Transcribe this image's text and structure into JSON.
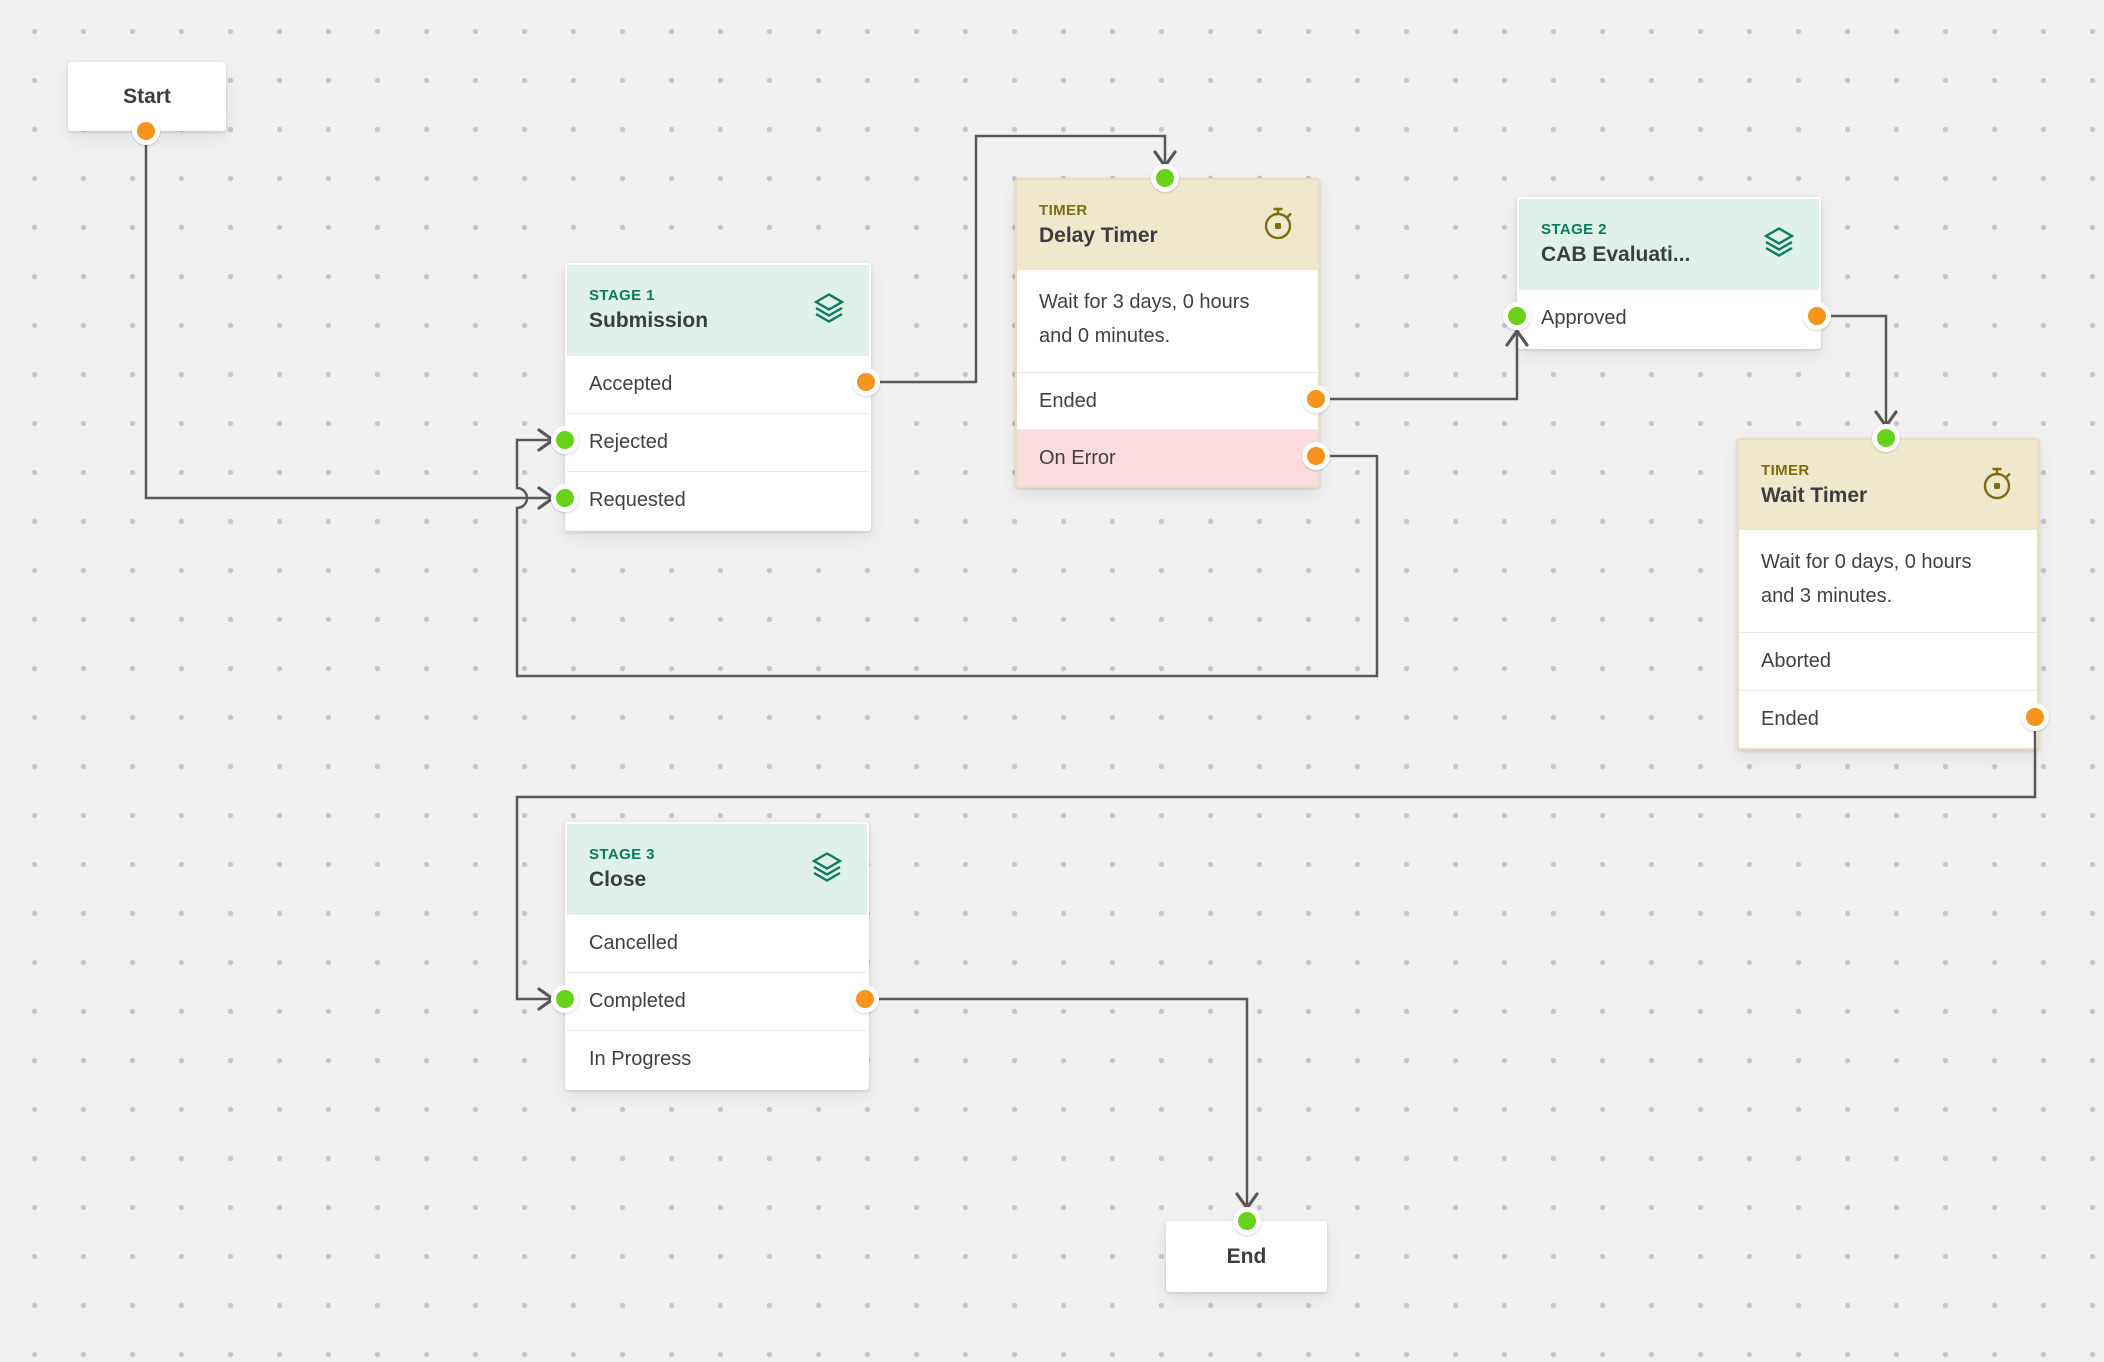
{
  "diagram": {
    "nodes": {
      "start": {
        "label": "Start"
      },
      "stage1": {
        "type_label": "STAGE 1",
        "title": "Submission",
        "rows": [
          "Accepted",
          "Rejected",
          "Requested"
        ]
      },
      "delay_timer": {
        "type_label": "TIMER",
        "title": "Delay Timer",
        "description_lines": [
          "Wait for 3 days, 0 hours",
          "and 0 minutes."
        ],
        "rows": [
          "Ended",
          "On Error"
        ]
      },
      "stage2": {
        "type_label": "STAGE 2",
        "title": "CAB Evaluati...",
        "rows": [
          "Approved"
        ]
      },
      "wait_timer": {
        "type_label": "TIMER",
        "title": "Wait Timer",
        "description_lines": [
          "Wait for 0 days, 0 hours",
          "and 3 minutes."
        ],
        "rows": [
          "Aborted",
          "Ended"
        ]
      },
      "stage3": {
        "type_label": "STAGE 3",
        "title": "Close",
        "rows": [
          "Cancelled",
          "Completed",
          "In Progress"
        ]
      },
      "end": {
        "label": "End"
      }
    },
    "edges": [
      {
        "from": "start",
        "to": "stage1.requested"
      },
      {
        "from": "stage1.accepted",
        "to": "delay_timer.in"
      },
      {
        "from": "delay_timer.ended",
        "to": "stage2.approved"
      },
      {
        "from": "delay_timer.on_error",
        "to": "stage1.rejected"
      },
      {
        "from": "stage2.approved",
        "to": "wait_timer.in"
      },
      {
        "from": "wait_timer.ended",
        "to": "stage3.completed"
      },
      {
        "from": "stage3.completed",
        "to": "end"
      }
    ],
    "colors": {
      "background": "#f2f1f2",
      "grid_dot": "#c6c3cc",
      "stage_header_bg": "#e0f1ea",
      "stage_label_text": "#087a5e",
      "timer_header_bg": "#efe8cc",
      "timer_label_text": "#7d6c10",
      "error_row_bg": "#fcdbde",
      "output_port": "#f7941d",
      "input_port": "#68d119",
      "edge_line": "#58585b",
      "title_text": "#3d3d3f"
    }
  }
}
